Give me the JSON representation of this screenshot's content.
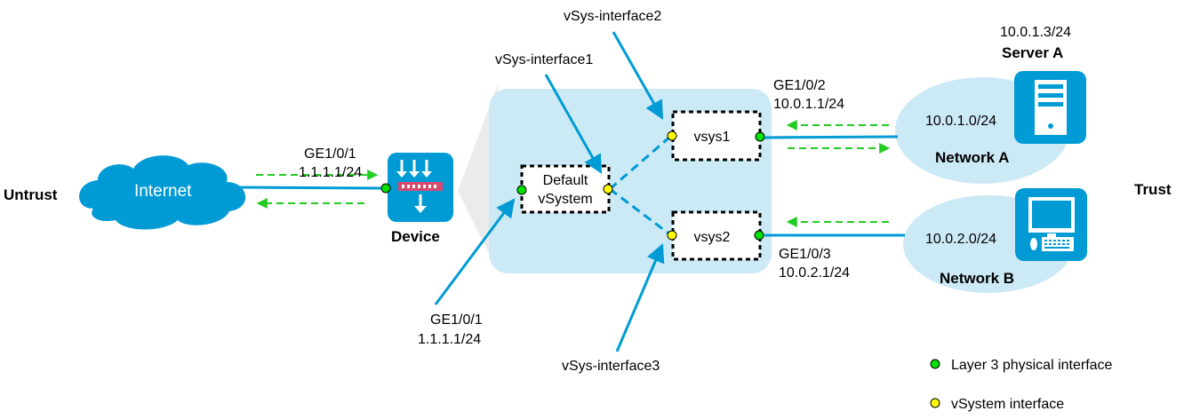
{
  "zones": {
    "untrust": "Untrust",
    "trust": "Trust"
  },
  "internet": {
    "label": "Internet"
  },
  "device": {
    "label": "Device",
    "interface": "GE1/0/1",
    "ip": "1.1.1.1/24"
  },
  "zoom_view": {
    "default_vsystem": {
      "line1": "Default",
      "line2": "vSystem"
    },
    "vsys1": "vsys1",
    "vsys2": "vsys2",
    "callouts": {
      "vsys_interface1": "vSys-interface1",
      "vsys_interface2": "vSys-interface2",
      "vsys_interface3": "vSys-interface3",
      "ge101": "GE1/0/1",
      "ge101_ip": "1.1.1.1/24"
    }
  },
  "links": {
    "ge102": "GE1/0/2",
    "ge102_ip": "10.0.1.1/24",
    "ge103": "GE1/0/3",
    "ge103_ip": "10.0.2.1/24"
  },
  "network_a": {
    "label": "Network A",
    "subnet": "10.0.1.0/24",
    "server_label": "Server A",
    "server_ip": "10.0.1.3/24"
  },
  "network_b": {
    "label": "Network B",
    "subnet": "10.0.2.0/24"
  },
  "legend": {
    "items": [
      {
        "label": "Layer 3 physical interface",
        "color": "#00e000"
      },
      {
        "label": "vSystem interface",
        "color": "#ffff00"
      }
    ]
  },
  "colors": {
    "accent_blue": "#009bd5",
    "light_blue": "#cce9f6",
    "traffic_green": "#22cc22",
    "firewall_red": "#d9486e"
  }
}
